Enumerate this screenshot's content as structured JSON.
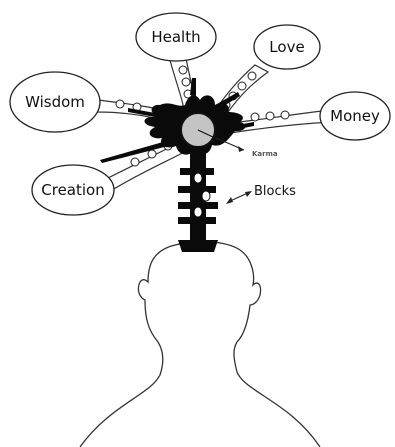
{
  "bubbles": {
    "health": "Health",
    "love": "Love",
    "wisdom": "Wisdom",
    "money": "Money",
    "creation": "Creation"
  },
  "labels": {
    "karma": "Karma",
    "blocks": "Blocks"
  }
}
